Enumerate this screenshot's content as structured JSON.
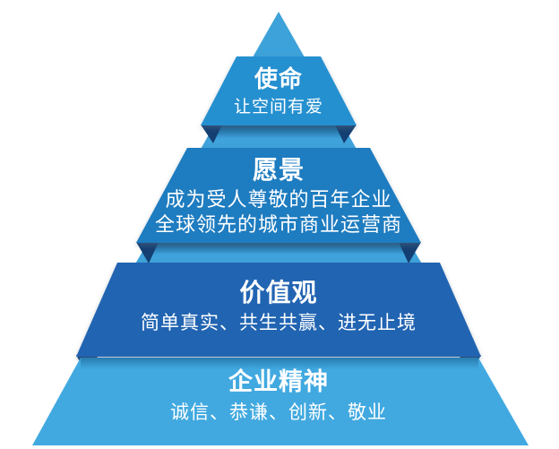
{
  "diagram": {
    "type": "pyramid",
    "background_color": "#ffffff",
    "text_color": "#ffffff",
    "colors": {
      "tip": "#3da2d9",
      "gap_strip": "#3fa2da",
      "fold": "#143f72",
      "mission_band": "#2590d0",
      "vision_band": "#1e7cc0",
      "values_band": "#2164b2",
      "spirit_band": "#41a9e0"
    },
    "levels": [
      {
        "id": "mission",
        "title": "使命",
        "lines": [
          "让空间有爱"
        ],
        "color": "#2590d0"
      },
      {
        "id": "vision",
        "title": "愿景",
        "lines": [
          "成为受人尊敬的百年企业",
          "全球领先的城市商业运营商"
        ],
        "color": "#1e7cc0"
      },
      {
        "id": "values",
        "title": "价值观",
        "lines": [
          "简单真实、共生共赢、进无止境"
        ],
        "color": "#2164b2"
      },
      {
        "id": "spirit",
        "title": "企业精神",
        "lines": [
          "诚信、恭谦、创新、敬业"
        ],
        "color": "#41a9e0"
      }
    ]
  }
}
